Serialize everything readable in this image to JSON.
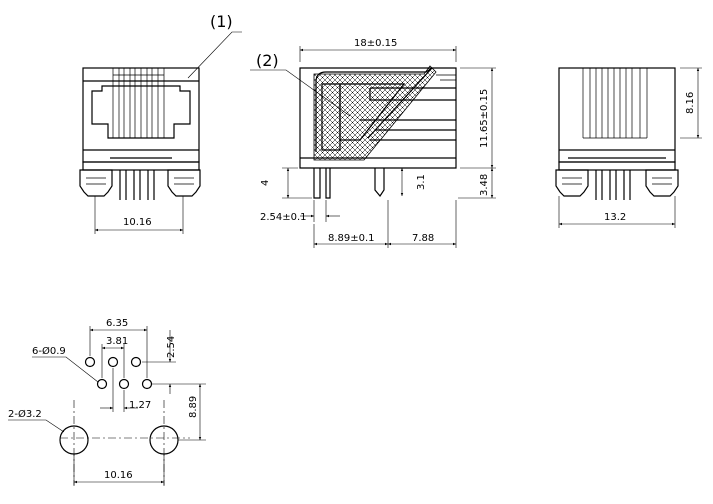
{
  "callouts": {
    "c1": "(1)",
    "c2": "(2)"
  },
  "front_view": {
    "width": "10.16"
  },
  "side_view": {
    "length": "18±0.15",
    "height": "11.65±0.15",
    "leg": "4",
    "standoff": "3.1",
    "pcb": "3.48",
    "pin_offset": "2.54±0.1",
    "pin_span": "8.89±0.1",
    "front": "7.88"
  },
  "rear_view": {
    "height": "8.16",
    "width": "13.2"
  },
  "footprint": {
    "pitch_a": "6.35",
    "pitch_b": "3.81",
    "row_gap": "2.54",
    "pins": "6-Ø0.9",
    "pin_step": "1.27",
    "post_row": "8.89",
    "posts": "2-Ø3.2",
    "post_span": "10.16"
  }
}
